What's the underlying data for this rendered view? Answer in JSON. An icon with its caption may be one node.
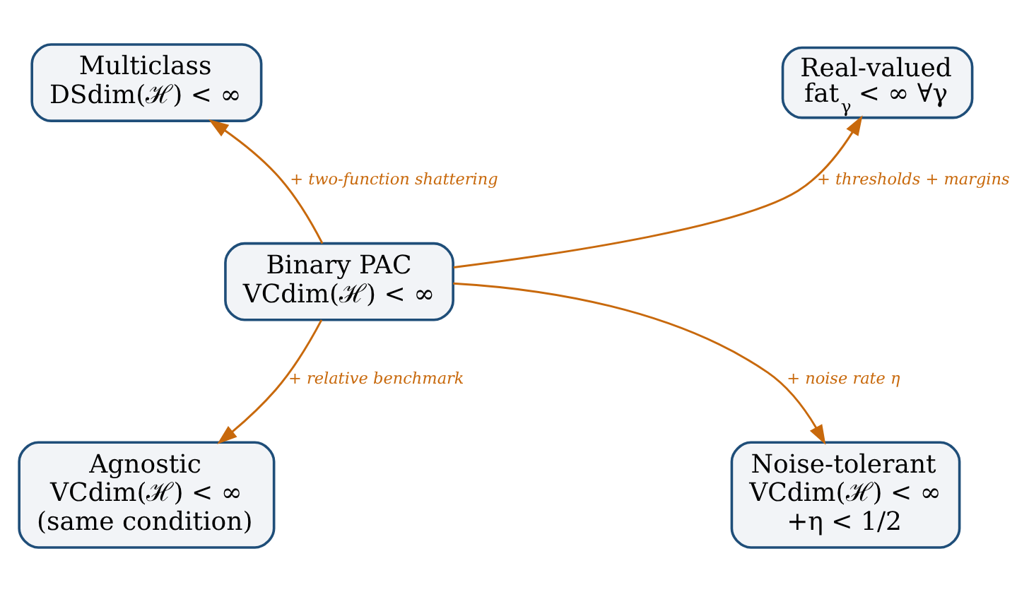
{
  "diagram": {
    "nodes": [
      {
        "text": [
          "Multiclass",
          "DSdim(ℋ) < ∞"
        ]
      },
      {
        "text": [
          "Real-valued",
          "fat$_{γ}$ < ∞ ∀γ"
        ]
      },
      {
        "text": [
          "Binary PAC",
          "VCdim(ℋ) < ∞"
        ]
      },
      {
        "text": [
          "Agnostic",
          "VCdim(ℋ) < ∞",
          "(same condition)"
        ]
      },
      {
        "text": [
          "Noise-tolerant",
          "VCdim(ℋ) < ∞",
          "+η < 1/2"
        ]
      }
    ],
    "edges": [
      {
        "from": 2,
        "to": 0,
        "arrow": "to",
        "label": "+ two-function shattering"
      },
      {
        "from": 2,
        "to": 1,
        "arrow": "to",
        "label": "+ thresholds + margins"
      },
      {
        "from": 2,
        "to": 3,
        "arrow": "to",
        "label": "+ relative benchmark"
      },
      {
        "from": 2,
        "to": 4,
        "arrow": "to",
        "label": "+ noise rate η"
      }
    ]
  }
}
